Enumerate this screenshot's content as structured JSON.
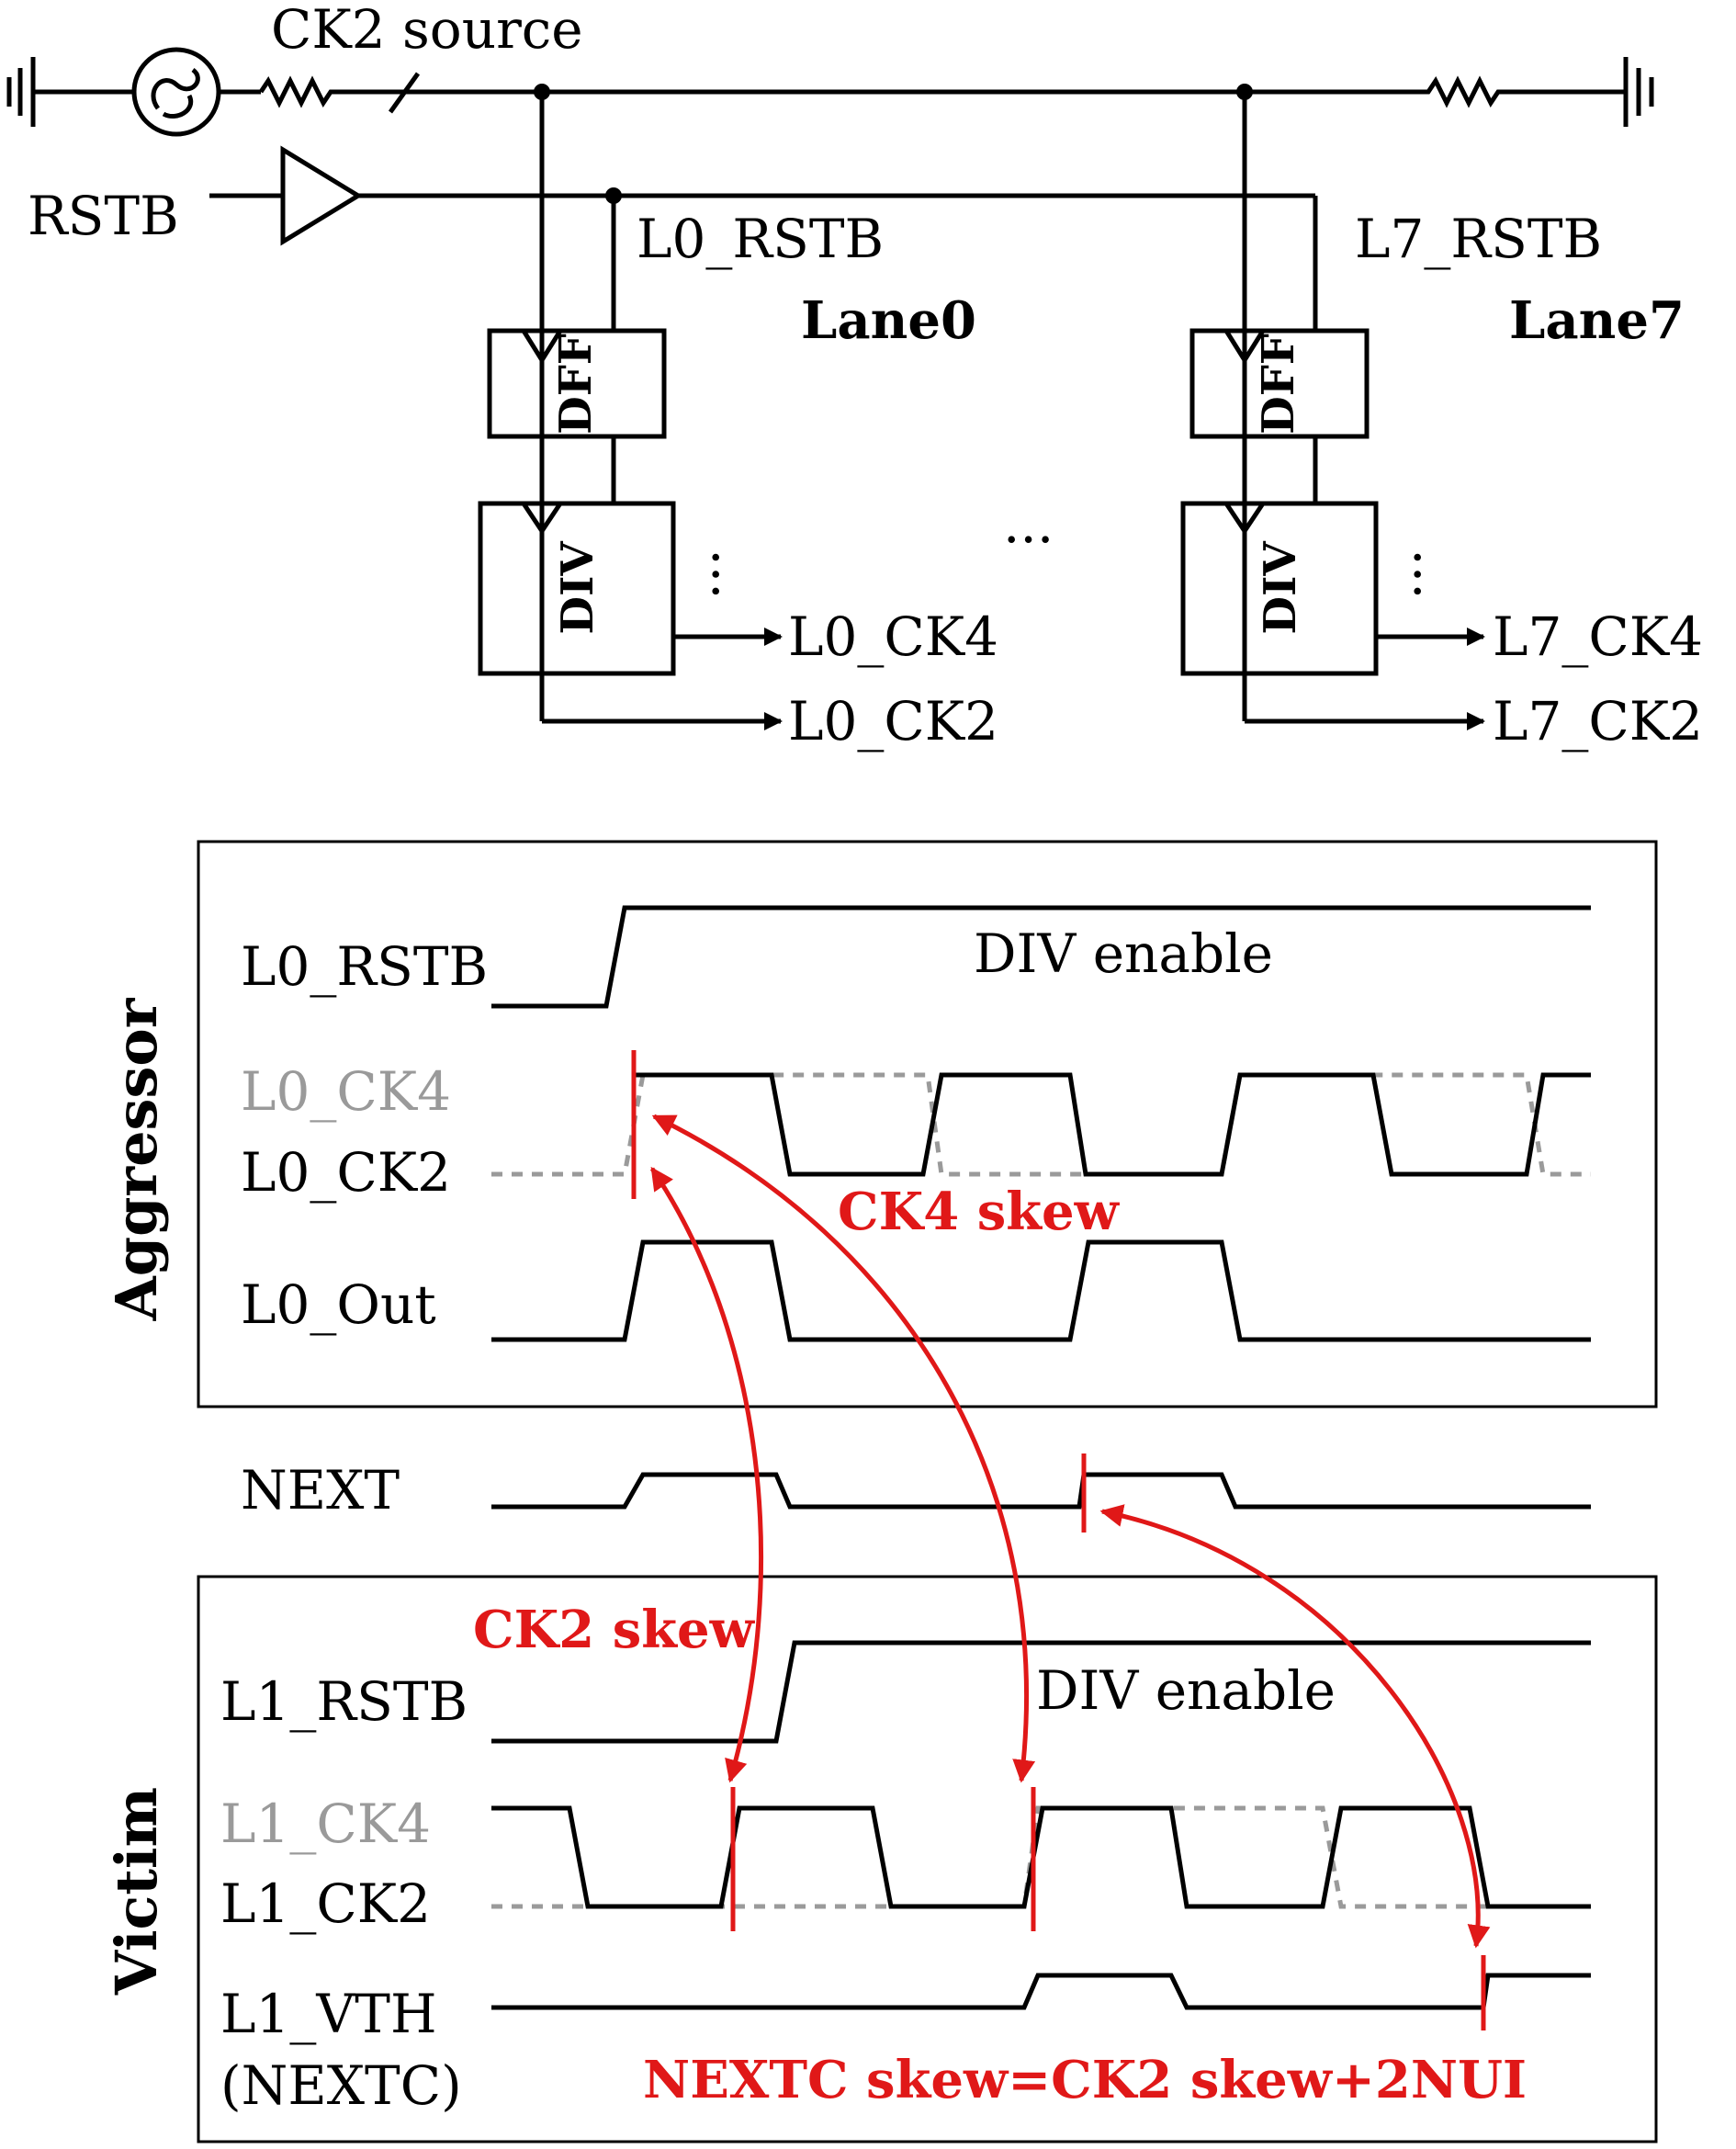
{
  "circuit": {
    "source_label": "CK2 source",
    "rstb_label": "RSTB",
    "lanes": [
      {
        "rstb": "L0_RSTB",
        "name": "Lane0",
        "dff": "DFF",
        "div": "DIV",
        "ck4": "L0_CK4",
        "ck2": "L0_CK2"
      },
      {
        "rstb": "L7_RSTB",
        "name": "Lane7",
        "dff": "DFF",
        "div": "DIV",
        "ck4": "L7_CK4",
        "ck2": "L7_CK2"
      }
    ],
    "ellipsis": "..."
  },
  "aggressor": {
    "group_label": "Aggressor",
    "rstb": "L0_RSTB",
    "enable": "DIV enable",
    "ck4": "L0_CK4",
    "ck2": "L0_CK2",
    "out": "L0_Out"
  },
  "next_label": "NEXT",
  "victim": {
    "group_label": "Victim",
    "rstb": "L1_RSTB",
    "enable": "DIV enable",
    "ck4": "L1_CK4",
    "ck2": "L1_CK2",
    "vth": "L1_VTH",
    "nextc": "(NEXTC)"
  },
  "annotations": {
    "ck4_skew": "CK4 skew",
    "ck2_skew": "CK2 skew",
    "nextc_skew": "NEXTC skew=CK2 skew+2NUI"
  },
  "colors": {
    "wire": "#000000",
    "dashed": "#9a9a9a",
    "annotation": "#e01818"
  }
}
